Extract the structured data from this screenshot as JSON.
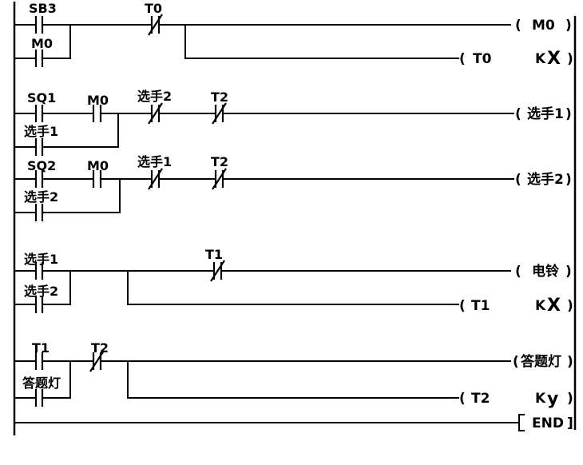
{
  "rung1": {
    "sb3": "SB3",
    "t0_contact": "T0",
    "m0_hold": "M0",
    "coil_m0": "M0",
    "timer_t0": "T0",
    "k_prefix": "K",
    "k_value": "X"
  },
  "rung2": {
    "sq1": "SQ1",
    "m0": "M0",
    "not_player2": "选手2",
    "not_t2": "T2",
    "hold": "选手1",
    "coil": "选手1"
  },
  "rung3": {
    "sq2": "SQ2",
    "m0": "M0",
    "not_player1": "选手1",
    "not_t2": "T2",
    "hold": "选手2",
    "coil": "选手2"
  },
  "rung4": {
    "player1": "选手1",
    "player2": "选手2",
    "not_t1": "T1",
    "coil_bell": "电铃",
    "timer_t1": "T1",
    "k_prefix": "K",
    "k_value": "X"
  },
  "rung5": {
    "t1": "T1",
    "hold": "答题灯",
    "not_t2": "T2",
    "coil_lamp": "答题灯",
    "timer_t2": "T2",
    "k_prefix": "K",
    "k_value": "y"
  },
  "end_label": "END"
}
